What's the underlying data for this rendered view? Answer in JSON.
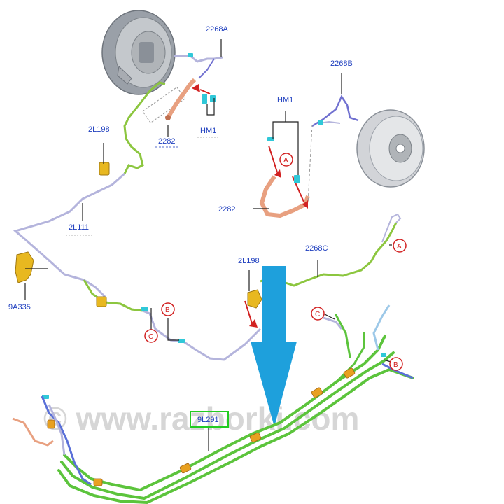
{
  "labels": {
    "p2268A": "2268A",
    "p2268B": "2268B",
    "p2268C": "2268C",
    "p2282_left": "2282",
    "p2282_right": "2282",
    "hm1_left": "HM1",
    "hm1_right": "HM1",
    "p2L198_top": "2L198",
    "p2L198_mid": "2L198",
    "p2L111": "2L111",
    "p9A335": "9A335",
    "p9L291": "9L291"
  },
  "callouts": {
    "a1": "A",
    "a2": "A",
    "b1": "B",
    "b2": "B",
    "c1": "C",
    "c2": "C"
  },
  "watermark": "© www.razborki.com",
  "colors": {
    "label_text": "#1f3fbf",
    "callout_red": "#d22222",
    "pipe_green": "#8cc63f",
    "pipe_lavender": "#b4b4dc",
    "bundle_green": "#5cc43c",
    "hose_copper": "#e8a080",
    "bracket_yellow": "#e8b820",
    "connector_cyan": "#30c8d8",
    "arrow_blue": "#1ea0dc",
    "box_green": "#22cc22"
  }
}
